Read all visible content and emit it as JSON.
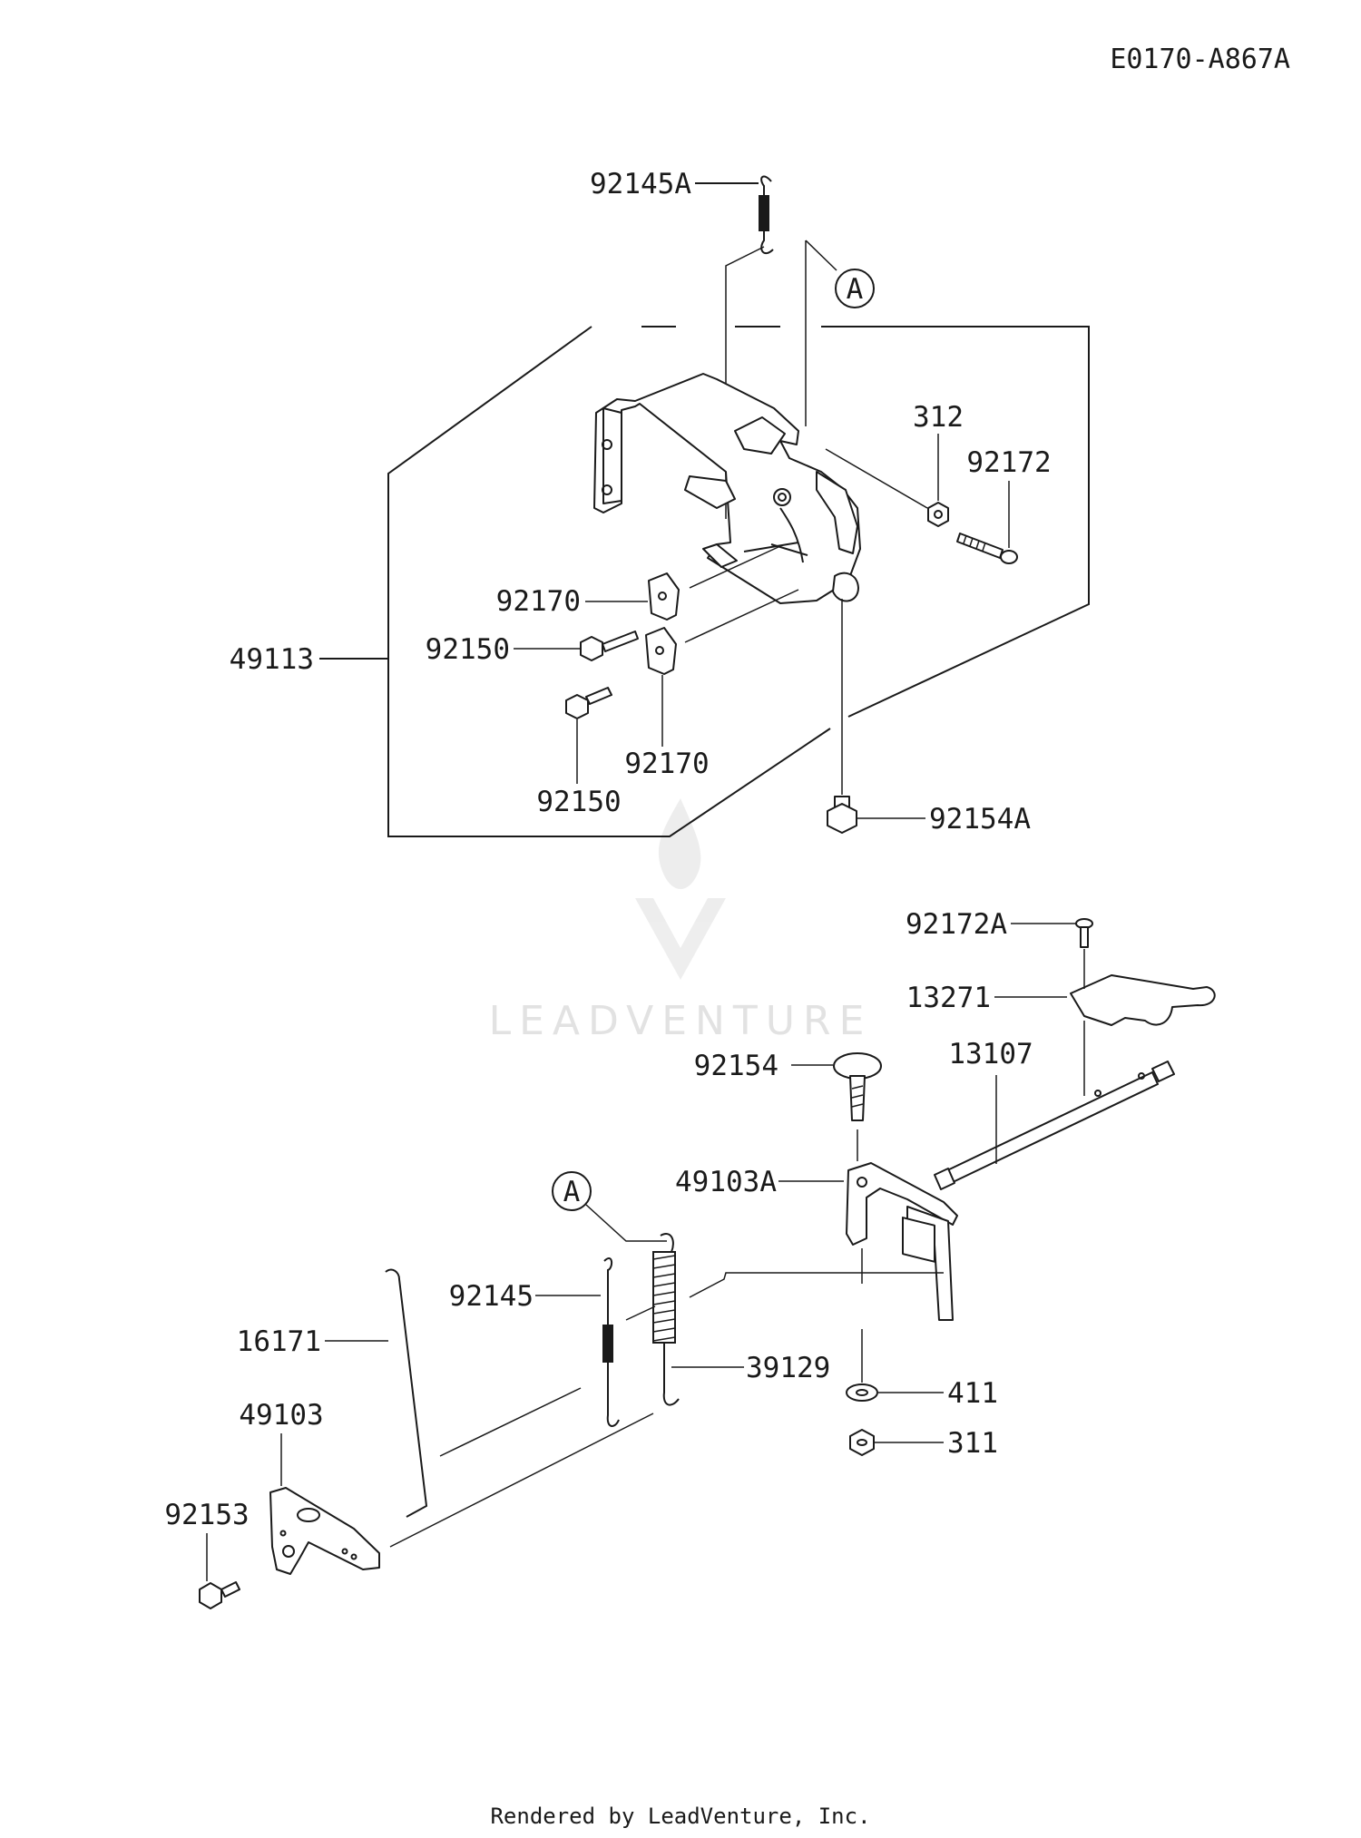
{
  "diagram_code": "E0170-A867A",
  "footer": "Rendered by LeadVenture, Inc.",
  "watermark": "LEADVENTURE",
  "callout_ref": "A",
  "labels": {
    "p92145A": "92145A",
    "p312": "312",
    "p92172": "92172",
    "p92170a": "92170",
    "p92150a": "92150",
    "p49113": "49113",
    "p92170b": "92170",
    "p92150b": "92150",
    "p92154A": "92154A",
    "p92172A": "92172A",
    "p13271": "13271",
    "p13107": "13107",
    "p92154": "92154",
    "p49103A": "49103A",
    "p92145": "92145",
    "p16171": "16171",
    "p39129": "39129",
    "p49103": "49103",
    "p411": "411",
    "p311": "311",
    "p92153": "92153"
  }
}
